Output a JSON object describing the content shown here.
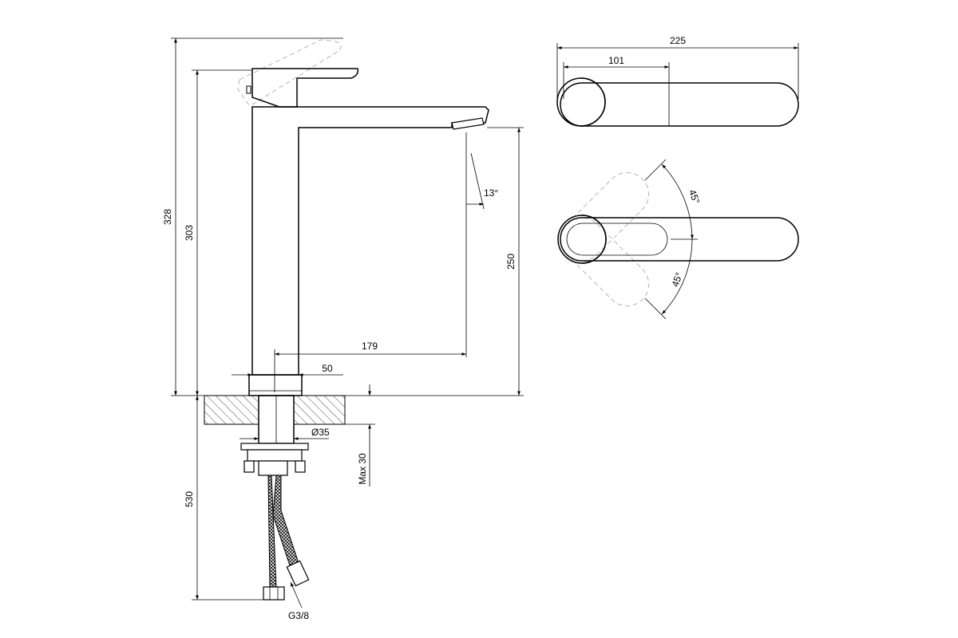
{
  "dimensions": {
    "total_height": "328",
    "spout_height": "303",
    "hose_length": "530",
    "outlet_height": "250",
    "reach": "179",
    "body_width": "50",
    "mount_diameter": "Ø35",
    "max_thickness": "Max 30",
    "hose_thread": "G3/8",
    "outlet_angle": "13°",
    "top_width": "225",
    "lever_width": "101",
    "rotation_upper": "45°",
    "rotation_lower": "45°"
  },
  "colors": {
    "line": "#000000",
    "ghost": "#b5b5b5",
    "background": "#ffffff"
  }
}
